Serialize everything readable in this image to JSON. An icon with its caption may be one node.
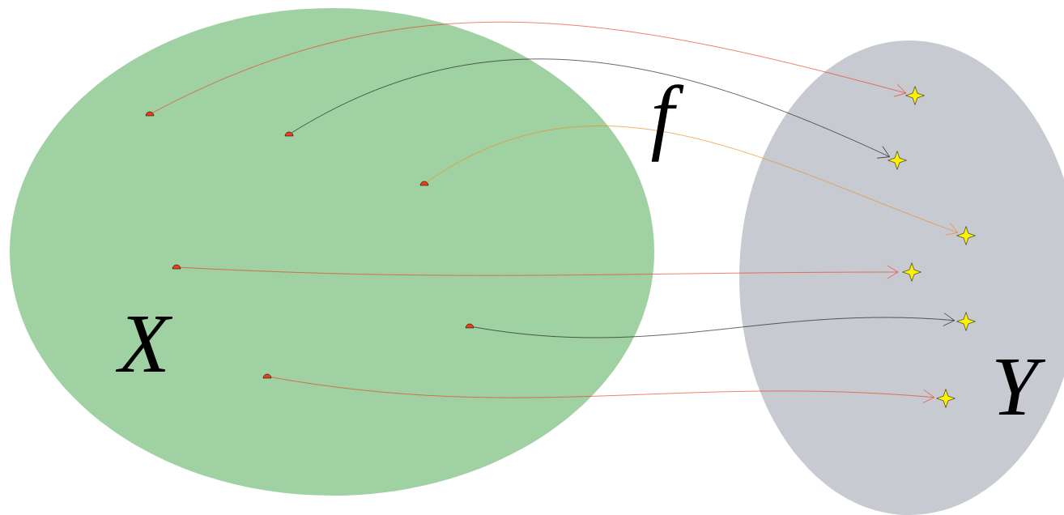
{
  "diagram": {
    "nodes": [
      {
        "text": [
          "X"
        ]
      },
      {
        "text": [],
        "shape": "dot",
        "in": 0
      },
      {
        "text": [],
        "shape": "dot",
        "in": 0
      },
      {
        "text": [],
        "shape": "dot",
        "in": 0
      },
      {
        "text": [],
        "shape": "dot",
        "in": 0
      },
      {
        "text": [],
        "shape": "dot",
        "in": 0
      },
      {
        "text": [],
        "shape": "dot",
        "in": 0
      },
      {
        "text": [
          "Y"
        ]
      },
      {
        "text": [],
        "shape": "star",
        "in": 7
      },
      {
        "text": [],
        "shape": "star",
        "in": 7
      },
      {
        "text": [],
        "shape": "star",
        "in": 7
      },
      {
        "text": [],
        "shape": "star",
        "in": 7
      },
      {
        "text": [],
        "shape": "star",
        "in": 7
      },
      {
        "text": [],
        "shape": "star",
        "in": 7
      }
    ],
    "edges": [
      {
        "from": 1,
        "to": 8,
        "arrow": "to"
      },
      {
        "from": 2,
        "to": 9,
        "arrow": "to",
        "color": "#1a1a1a"
      },
      {
        "from": 3,
        "to": 10,
        "arrow": "to",
        "color": "#f08a1c"
      },
      {
        "from": 4,
        "to": 11,
        "arrow": "to"
      },
      {
        "from": 5,
        "to": 12,
        "arrow": "to",
        "color": "#1a1a1a"
      },
      {
        "from": 6,
        "to": 13,
        "arrow": "to"
      }
    ],
    "labels": [
      "f"
    ]
  }
}
